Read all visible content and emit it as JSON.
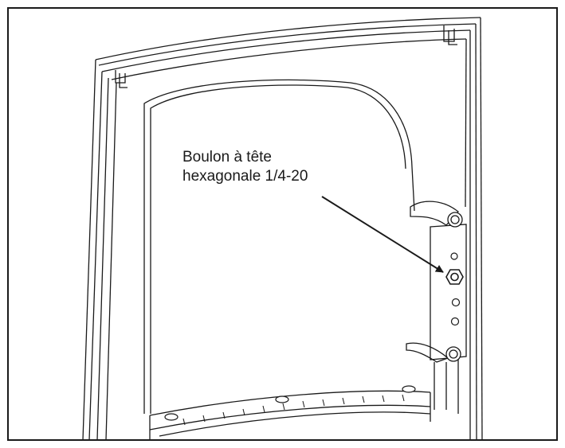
{
  "figure": {
    "callout_line1": "Boulon à tête",
    "callout_line2": "hexagonale 1/4-20",
    "label_color": "#1a1a1a",
    "highlighted_part": "hex-bolt"
  }
}
